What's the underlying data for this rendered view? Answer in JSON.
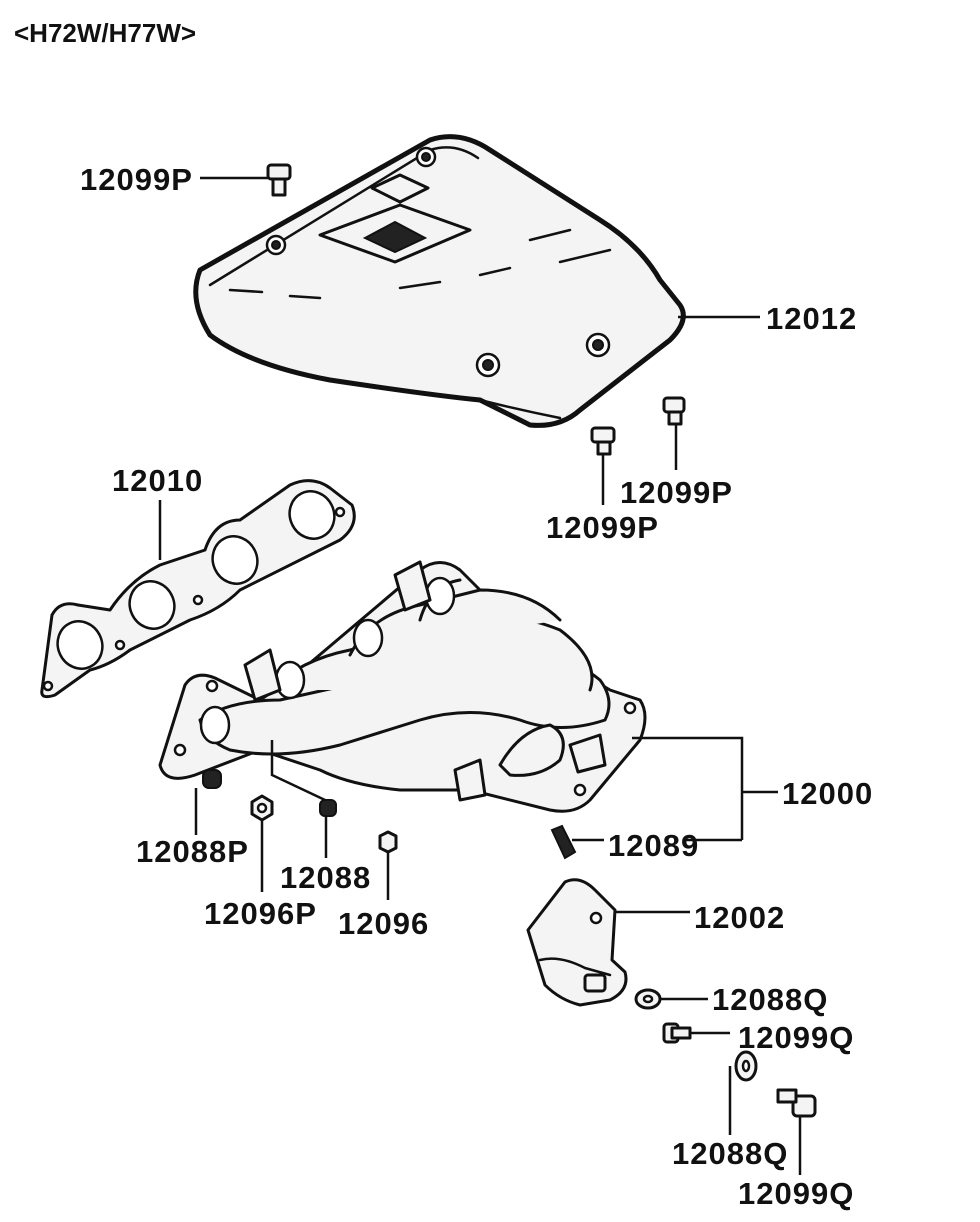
{
  "title": "<H72W/H77W>",
  "labels": {
    "l_12099P_a": "12099P",
    "l_12012": "12012",
    "l_12099P_b": "12099P",
    "l_12099P_c": "12099P",
    "l_12010": "12010",
    "l_12000": "12000",
    "l_12089": "12089",
    "l_12088P": "12088P",
    "l_12088": "12088",
    "l_12096P": "12096P",
    "l_12096": "12096",
    "l_12002": "12002",
    "l_12088Q_a": "12088Q",
    "l_12099Q_a": "12099Q",
    "l_12088Q_b": "12088Q",
    "l_12099Q_b": "12099Q"
  }
}
